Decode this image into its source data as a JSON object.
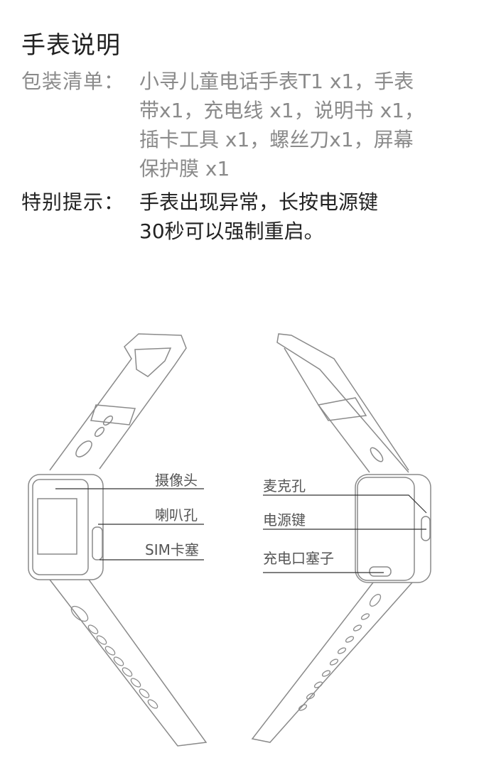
{
  "title": "手表说明",
  "package": {
    "label": "包装清单：",
    "lines": [
      "小寻儿童电话手表T1 x1，手表",
      "带x1，充电线 x1，说明书 x1，",
      "插卡工具 x1，螺丝刀x1，屏幕",
      "保护膜 x1"
    ]
  },
  "notice": {
    "label": "特别提示：",
    "lines": [
      "手表出现异常，长按电源键",
      "30秒可以强制重启。"
    ]
  },
  "diagram": {
    "front_labels": [
      "摄像头",
      "喇叭孔",
      "SIM卡塞"
    ],
    "back_labels": [
      "麦克孔",
      "电源键",
      "充电口塞子"
    ]
  }
}
